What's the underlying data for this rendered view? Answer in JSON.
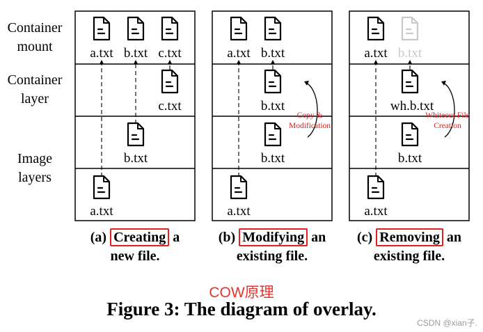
{
  "row_labels": {
    "mount": [
      "Container",
      "mount"
    ],
    "layer": [
      "Container",
      "layer"
    ],
    "image": [
      "Image",
      "layers"
    ]
  },
  "panels": [
    {
      "caption": {
        "prefix": "(a) ",
        "highlight": "Creating",
        "rest1": " a",
        "line2": "new file."
      },
      "files": {
        "m1": "a.txt",
        "m2": "b.txt",
        "m3": "c.txt",
        "c1": "c.txt",
        "i1": "b.txt",
        "i2": "a.txt"
      }
    },
    {
      "caption": {
        "prefix": "(b) ",
        "highlight": "Modifying",
        "rest1": " an",
        "line2": "existing file."
      },
      "files": {
        "m1": "a.txt",
        "m2": "b.txt",
        "c1": "b.txt",
        "i1": "b.txt",
        "i2": "a.txt"
      },
      "annotation": [
        "Copy &",
        "Modification"
      ]
    },
    {
      "caption": {
        "prefix": "(c) ",
        "highlight": "Removing",
        "rest1": " an",
        "line2": "existing file."
      },
      "files": {
        "m1": "a.txt",
        "m2": "b.txt",
        "c1": "wh.b.txt",
        "i1": "b.txt",
        "i2": "a.txt"
      },
      "annotation": [
        "Whiteout File",
        "Creation"
      ]
    }
  ],
  "title_cn": "COW原理",
  "figure_title": "Figure 3: The diagram of overlay.",
  "watermark": "CSDN @xian子.",
  "colors": {
    "annotation": "#e02020",
    "highlight_box": "#e02020",
    "title_cn": "#e8332a",
    "ghost_icon": "#c8c8c8"
  }
}
